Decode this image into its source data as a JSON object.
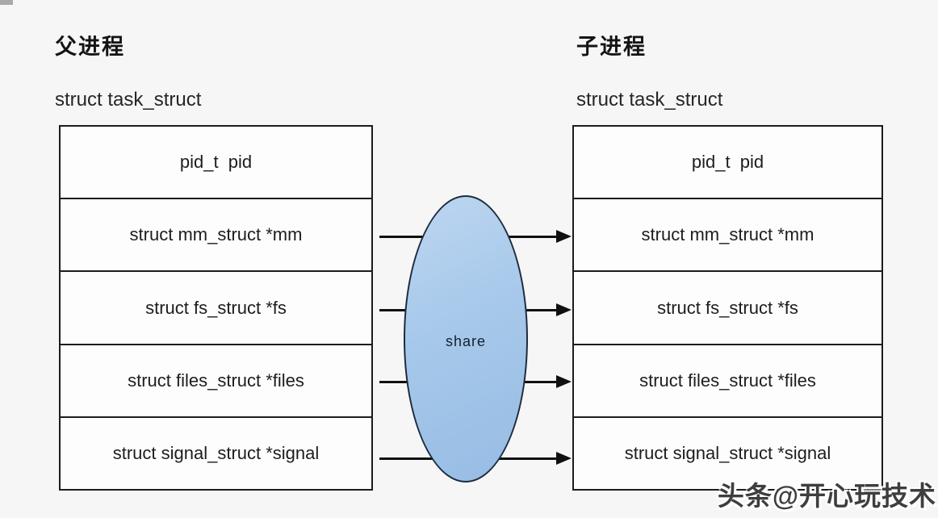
{
  "page": {
    "background": "#f6f6f7"
  },
  "parent_process": {
    "title": "父进程",
    "struct_label": "struct task_struct",
    "fields": [
      "pid_t  pid",
      "struct mm_struct *mm",
      "struct fs_struct *fs",
      "struct files_struct *files",
      "struct signal_struct *signal"
    ]
  },
  "child_process": {
    "title": "子进程",
    "struct_label": "struct task_struct",
    "fields": [
      "pid_t  pid",
      "struct mm_struct *mm",
      "struct fs_struct *fs",
      "struct files_struct *files",
      "struct signal_struct *signal"
    ]
  },
  "share_ellipse": {
    "label": "share",
    "fill_top": "#bdd6f1",
    "fill_bottom": "#97bce4",
    "border_color": "#1d2c3d"
  },
  "arrows": {
    "color": "#101010",
    "shared_fields": [
      "mm",
      "fs",
      "files",
      "signal"
    ]
  },
  "watermark": {
    "text": "头条@开心玩技术",
    "color": "#3e3e3e"
  }
}
